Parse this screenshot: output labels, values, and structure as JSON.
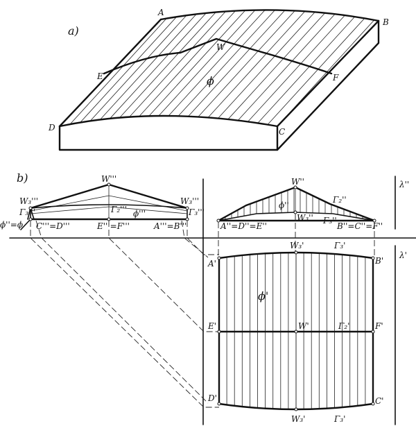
{
  "panels": {
    "a": "a)",
    "b": "b)"
  },
  "labels_a": {
    "A": "A",
    "B": "B",
    "C": "C",
    "D": "D",
    "E": "E",
    "F": "F",
    "W": "W",
    "phi": "ϕ"
  },
  "labels_front": {
    "W3_left": "W₃'''",
    "G3_left": "Γ₃'''",
    "W_top": "W'''",
    "W3_right": "W₃'''",
    "G3_right": "Γ₃'''",
    "G2": "Γ₂'''",
    "phi": "ϕ'''",
    "phi_eq": "ϕ''=ϕ",
    "CD": "C'''=D'''",
    "EF": "E'''=F'''",
    "AB": "A'''=B'''"
  },
  "labels_side": {
    "W": "W''",
    "G2": "Γ₂''",
    "phi": "ϕ''",
    "W3": "W₃''",
    "G3": "Γ₃''",
    "ADE": "A''=D''=E''",
    "BCF": "B''=C''=F''",
    "lambda": "λ''"
  },
  "labels_plan": {
    "A": "A'",
    "B": "B'",
    "C": "C'",
    "D": "D'",
    "E": "E'",
    "F": "F'",
    "W": "W'",
    "W3_top": "W₃'",
    "W3_bot": "W₃'",
    "G3_top": "Γ₃'",
    "G3_bot": "Γ₃'",
    "G2": "Γ₂'",
    "phi": "ϕ'",
    "lambda": "λ'"
  },
  "colors": {
    "ink": "#111111",
    "background": "#ffffff"
  }
}
